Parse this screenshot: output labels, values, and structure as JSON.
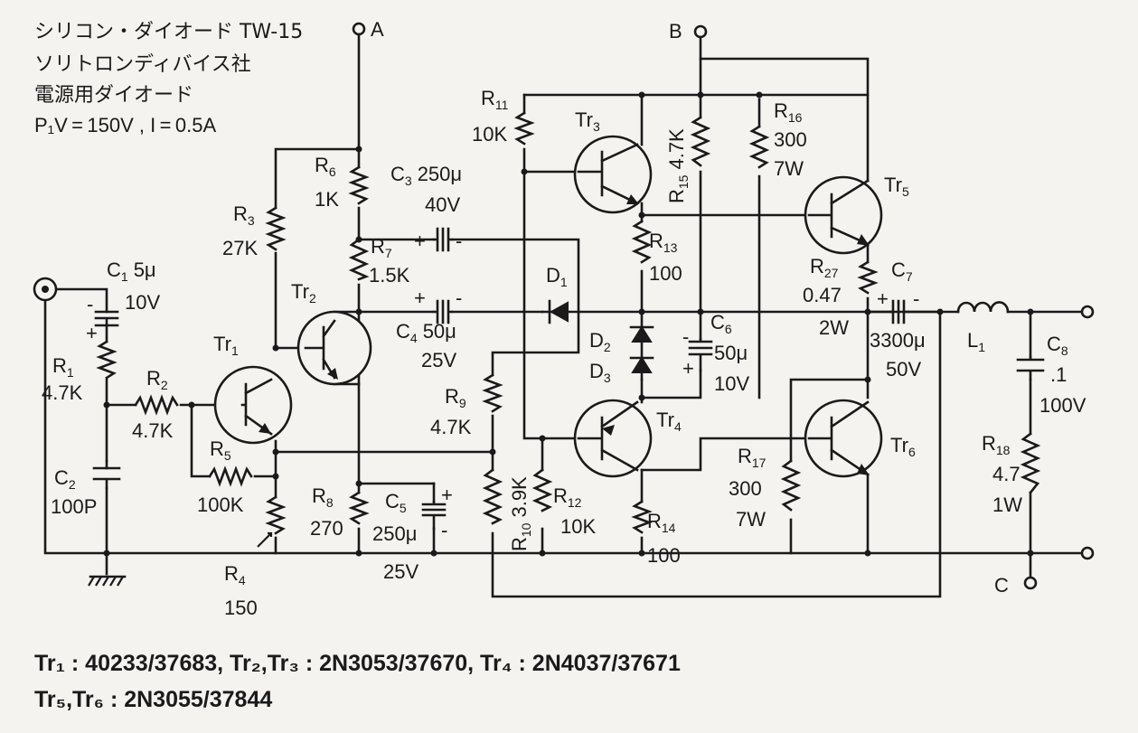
{
  "header": {
    "line1": "シリコン・ダイオード TW-15",
    "line2": "ソリトロンディバイス社",
    "line3": "電源用ダイオード",
    "line4": "P₁V = 150V , I = 0.5A"
  },
  "terminals": {
    "a": "A",
    "b": "B",
    "c": "C"
  },
  "components": {
    "c1": {
      "name": "C",
      "sub": "1",
      "value": "5μ",
      "rating": "10V"
    },
    "r1": {
      "name": "R",
      "sub": "1",
      "value": "4.7K"
    },
    "r2": {
      "name": "R",
      "sub": "2",
      "value": "4.7K"
    },
    "c2": {
      "name": "C",
      "sub": "2",
      "value": "100P"
    },
    "tr1": {
      "name": "Tr",
      "sub": "1"
    },
    "r3": {
      "name": "R",
      "sub": "3",
      "value": "27K"
    },
    "r5": {
      "name": "R",
      "sub": "5",
      "value": "100K"
    },
    "r4": {
      "name": "R",
      "sub": "4",
      "value": "150"
    },
    "tr2": {
      "name": "Tr",
      "sub": "2"
    },
    "r6": {
      "name": "R",
      "sub": "6",
      "value": "1K"
    },
    "r7": {
      "name": "R",
      "sub": "7",
      "value": "1.5K"
    },
    "r8": {
      "name": "R",
      "sub": "8",
      "value": "270"
    },
    "c3": {
      "name": "C",
      "sub": "3",
      "value": "250μ",
      "rating": "40V"
    },
    "c4": {
      "name": "C",
      "sub": "4",
      "value": "50μ",
      "rating": "25V"
    },
    "c5": {
      "name": "C",
      "sub": "5",
      "value": "250μ",
      "rating": "25V"
    },
    "r9": {
      "name": "R",
      "sub": "9",
      "value": "4.7K"
    },
    "r10": {
      "name": "R",
      "sub": "10",
      "value": "3.9K"
    },
    "r11": {
      "name": "R",
      "sub": "11",
      "value": "10K"
    },
    "r12": {
      "name": "R",
      "sub": "12",
      "value": "10K"
    },
    "tr3": {
      "name": "Tr",
      "sub": "3"
    },
    "tr4": {
      "name": "Tr",
      "sub": "4"
    },
    "r13": {
      "name": "R",
      "sub": "13",
      "value": "100"
    },
    "r14": {
      "name": "R",
      "sub": "14",
      "value": "100"
    },
    "d1": {
      "name": "D",
      "sub": "1"
    },
    "d2": {
      "name": "D",
      "sub": "2"
    },
    "d3": {
      "name": "D",
      "sub": "3"
    },
    "r15": {
      "name": "R",
      "sub": "15",
      "value": "4.7K"
    },
    "c6": {
      "name": "C",
      "sub": "6",
      "value": "50μ",
      "rating": "10V"
    },
    "r16": {
      "name": "R",
      "sub": "16",
      "value": "300",
      "rating": "7W"
    },
    "r17": {
      "name": "R",
      "sub": "17",
      "value": "300",
      "rating": "7W"
    },
    "tr5": {
      "name": "Tr",
      "sub": "5"
    },
    "tr6": {
      "name": "Tr",
      "sub": "6"
    },
    "r27": {
      "name": "R",
      "sub": "27",
      "value": "0.47",
      "rating": "2W"
    },
    "c7": {
      "name": "C",
      "sub": "7",
      "value": "3300μ",
      "rating": "50V"
    },
    "l1": {
      "name": "L",
      "sub": "1"
    },
    "c8": {
      "name": "C",
      "sub": "8",
      "value": ".1",
      "rating": "100V"
    },
    "r18": {
      "name": "R",
      "sub": "18",
      "value": "4.7",
      "rating": "1W"
    }
  },
  "footnote": {
    "line1": "Tr₁ : 40233/37683,  Tr₂,Tr₃ : 2N3053/37670,  Tr₄ : 2N4037/37671",
    "line2": "Tr₅,Tr₆ : 2N3055/37844"
  }
}
